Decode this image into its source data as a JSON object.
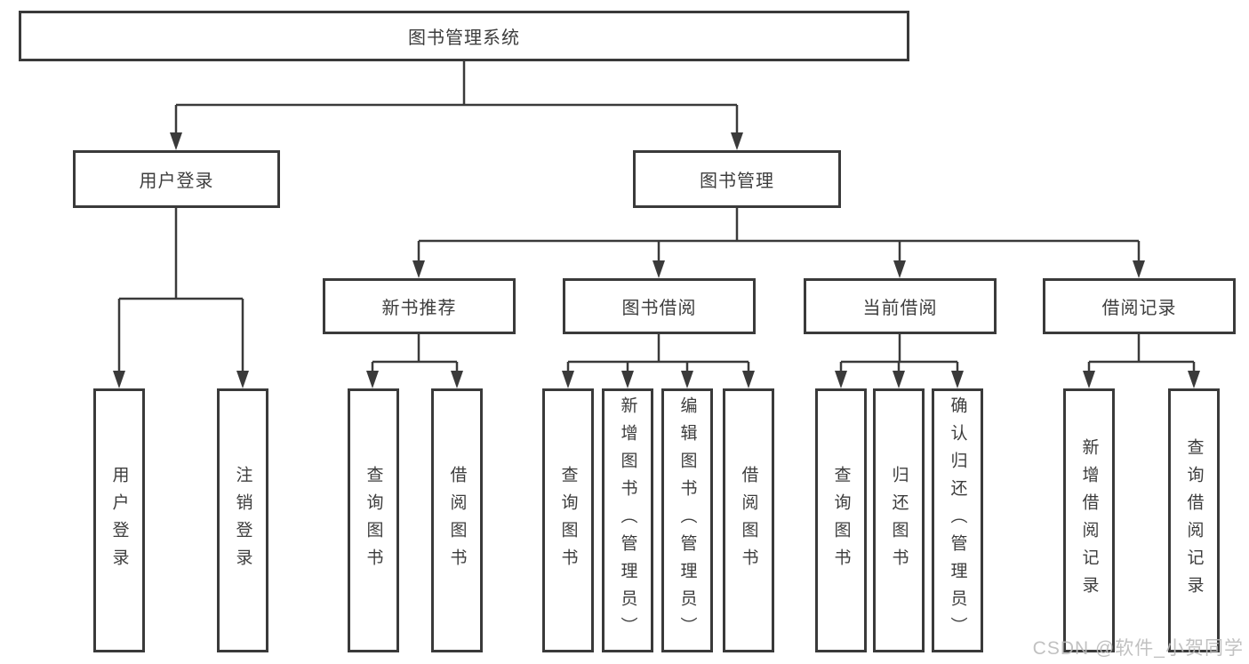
{
  "diagram": {
    "type": "tree",
    "tree": {
      "label": "图书管理系统",
      "children": [
        {
          "label": "用户登录",
          "children": [
            {
              "label": "用户登录"
            },
            {
              "label": "注销登录"
            }
          ]
        },
        {
          "label": "图书管理",
          "children": [
            {
              "label": "新书推荐",
              "children": [
                {
                  "label": "查询图书"
                },
                {
                  "label": "借阅图书"
                }
              ]
            },
            {
              "label": "图书借阅",
              "children": [
                {
                  "label": "查询图书"
                },
                {
                  "label": "新增图书（管理员）"
                },
                {
                  "label": "编辑图书（管理员）"
                },
                {
                  "label": "借阅图书"
                }
              ]
            },
            {
              "label": "当前借阅",
              "children": [
                {
                  "label": "查询图书"
                },
                {
                  "label": "归还图书"
                },
                {
                  "label": "确认归还（管理员）"
                }
              ]
            },
            {
              "label": "借阅记录",
              "children": [
                {
                  "label": "新增借阅记录"
                },
                {
                  "label": "查询借阅记录"
                }
              ]
            }
          ]
        }
      ]
    },
    "watermark": "CSDN @软件_小贺同学",
    "colors": {
      "line": "#3a3a3a",
      "text": "#3d3d3d",
      "background": "#ffffff",
      "watermark": "#bababa"
    }
  }
}
